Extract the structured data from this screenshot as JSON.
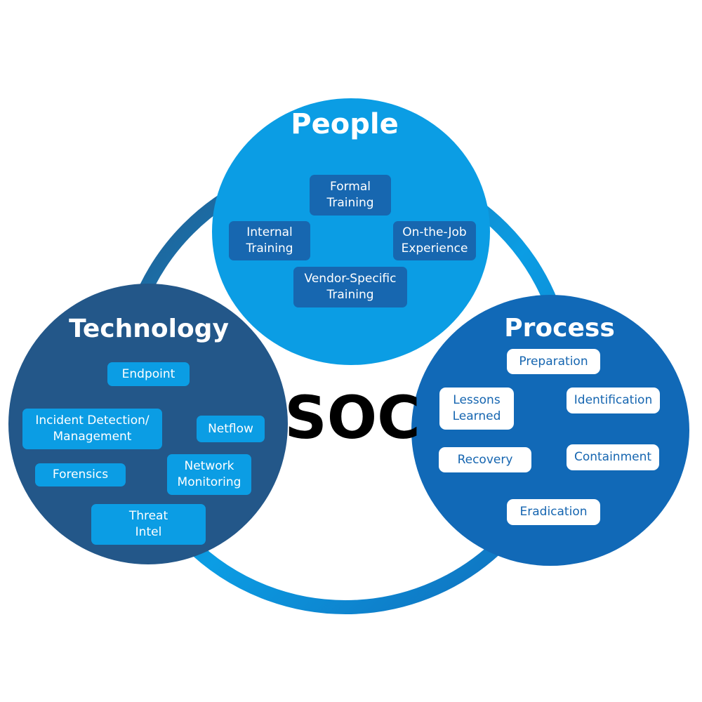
{
  "center_label": "SOC",
  "colors": {
    "ring": "#1f6bb5",
    "people": "#0b9de4",
    "technology": "#235789",
    "process": "#1169b7",
    "people_item": "#1767b0",
    "technology_item": "#0b9de4",
    "process_item": "#ffffff",
    "process_item_text": "#1565b0"
  },
  "people": {
    "title": "People",
    "items": [
      "Formal\nTraining",
      "Internal\nTraining",
      "On-the-Job\nExperience",
      "Vendor-Specific\nTraining"
    ]
  },
  "technology": {
    "title": "Technology",
    "items": [
      "Endpoint",
      "Incident Detection/\nManagement",
      "Netflow",
      "Forensics",
      "Network\nMonitoring",
      "Threat\nIntel"
    ]
  },
  "process": {
    "title": "Process",
    "items": [
      "Preparation",
      "Lessons\nLearned",
      "Identification",
      "Recovery",
      "Containment",
      "Eradication"
    ]
  }
}
